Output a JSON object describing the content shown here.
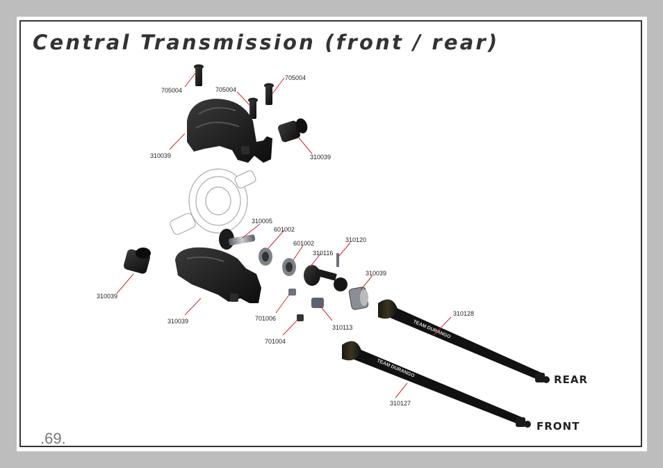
{
  "page": {
    "title": "Central Transmission (front / rear)",
    "page_number": ".69."
  },
  "parts": {
    "screw_a": "705004",
    "screw_b": "705004",
    "screw_c": "705004",
    "housing_top": "310039",
    "cup_top": "310039",
    "pinion": "310005",
    "bearing_1": "601002",
    "bearing_2": "601002",
    "outdrive": "310116",
    "pin": "310120",
    "cup_left": "310039",
    "housing_bottom": "310039",
    "cup_right": "310039",
    "grub_1": "701006",
    "coupler": "310113",
    "grub_2": "701004",
    "shaft_rear": "310128",
    "shaft_front": "310127"
  },
  "labels": {
    "rear": "REAR",
    "front": "FRONT",
    "shaft_brand": "TEAM DURANGO"
  },
  "colors": {
    "part_dark": "#1a1a1a",
    "leader": "#d0232a",
    "metal": "#8a8f96"
  }
}
